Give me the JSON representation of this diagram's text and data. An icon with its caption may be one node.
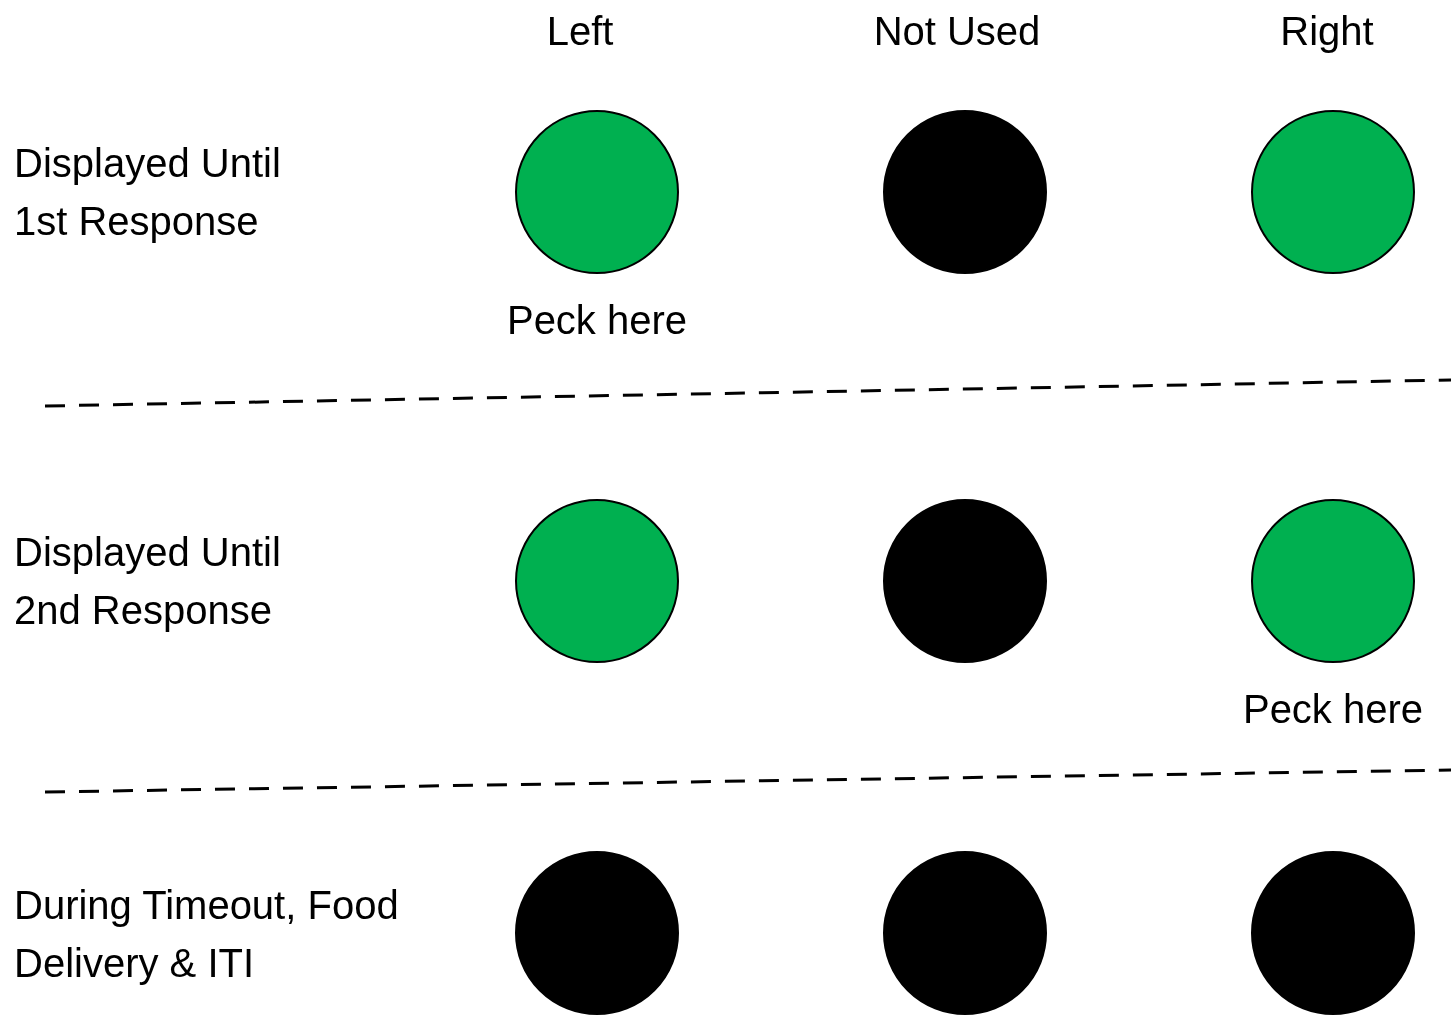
{
  "diagram": {
    "nodes": [
      {
        "text": [],
        "shape": "circle",
        "beside": [
          "Peck here"
        ]
      },
      {
        "text": [],
        "shape": "circle"
      },
      {
        "text": [],
        "shape": "circle"
      },
      {
        "text": [],
        "shape": "circle"
      },
      {
        "text": [],
        "shape": "circle"
      },
      {
        "text": [],
        "shape": "circle",
        "beside": [
          "Peck here"
        ]
      },
      {
        "text": [],
        "shape": "circle"
      },
      {
        "text": [],
        "shape": "circle"
      },
      {
        "text": [],
        "shape": "circle"
      }
    ],
    "labels": [
      "Left",
      "Not Used",
      "Right",
      "Displayed Until 1st Response",
      "Displayed Until 2nd Response",
      "During Timeout, Food Delivery & ITI"
    ]
  }
}
